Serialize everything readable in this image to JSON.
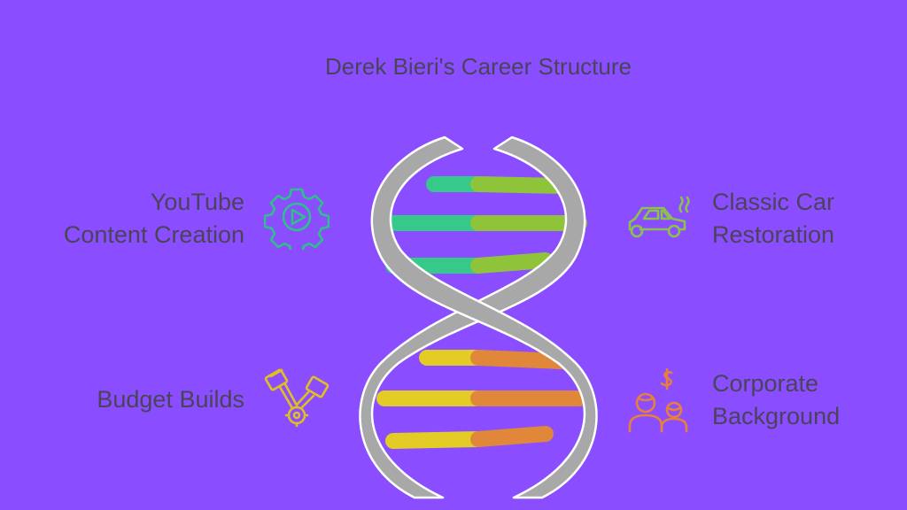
{
  "title": "Derek Bieri's Career Structure",
  "items": [
    {
      "id": "youtube",
      "lines": [
        "YouTube",
        "Content Creation"
      ],
      "icon": "gear-play-icon",
      "color": "#2fc08a"
    },
    {
      "id": "classic-car",
      "lines": [
        "Classic Car",
        "Restoration"
      ],
      "icon": "car-icon",
      "color": "#8bc34a"
    },
    {
      "id": "budget",
      "lines": [
        "Budget Builds"
      ],
      "icon": "engine-pistons-icon",
      "color": "#e0c020"
    },
    {
      "id": "corporate",
      "lines": [
        "Corporate",
        "Background"
      ],
      "icon": "people-money-icon",
      "color": "#e8803a"
    }
  ],
  "colors": {
    "background": "#8a4dff",
    "strand": "#a8a8a8",
    "strand_outline": "#ffffff",
    "green": "#36c98a",
    "lime": "#8fc43a",
    "yellow": "#e3cc25",
    "orange": "#e0873a"
  }
}
